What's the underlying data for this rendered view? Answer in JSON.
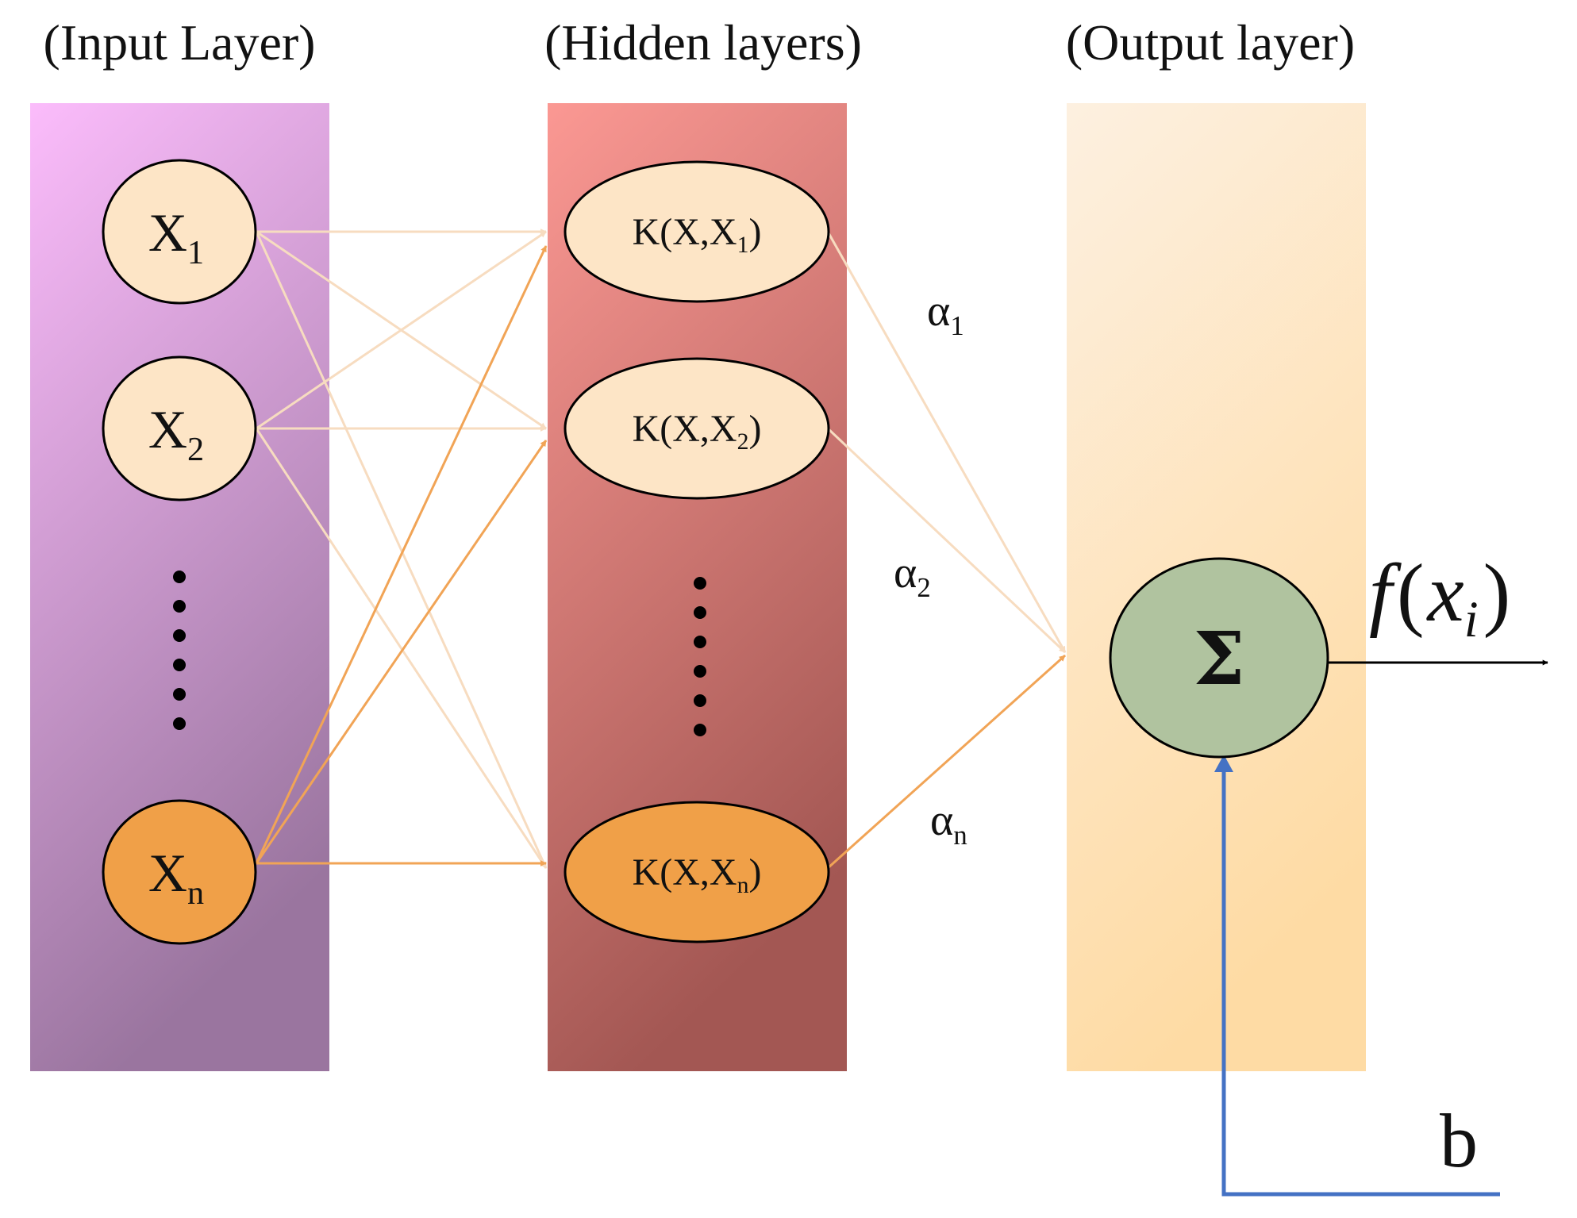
{
  "layers": {
    "input": {
      "title": "(Input Layer)"
    },
    "hidden": {
      "title": "(Hidden layers)"
    },
    "output": {
      "title": "(Output layer)"
    }
  },
  "input_nodes": [
    {
      "main": "X",
      "sub": "1"
    },
    {
      "main": "X",
      "sub": "2"
    },
    {
      "main": "X",
      "sub": "n"
    }
  ],
  "hidden_nodes": [
    {
      "prefix": "K(X,X",
      "sub": "1",
      "suffix": ")"
    },
    {
      "prefix": "K(X,X",
      "sub": "2",
      "suffix": ")"
    },
    {
      "prefix": "K(X,X",
      "sub": "n",
      "suffix": ")"
    }
  ],
  "weights": [
    {
      "symbol": "α",
      "sub": "1"
    },
    {
      "symbol": "α",
      "sub": "2"
    },
    {
      "symbol": "α",
      "sub": "n"
    }
  ],
  "sum_node": {
    "symbol": "Σ"
  },
  "output": {
    "func": "f",
    "open": "(",
    "var": "x",
    "sub": "i",
    "close": ")"
  },
  "bias": {
    "label": "b"
  },
  "colors": {
    "input_panel_top": "#fbbcfb",
    "input_panel_bottom": "#9a759f",
    "hidden_panel_top": "#fb9893",
    "hidden_panel_bottom": "#a35753",
    "output_panel_top": "#fdf0e0",
    "output_panel_bottom": "#fedba4",
    "node_light": "#fde5c6",
    "node_orange": "#f0a048",
    "sum_node": "#b0c39f",
    "arrow_light": "#f7dcc0",
    "arrow_orange": "#f1a456",
    "bias_line": "#4472c4",
    "output_arrow": "#000000"
  }
}
